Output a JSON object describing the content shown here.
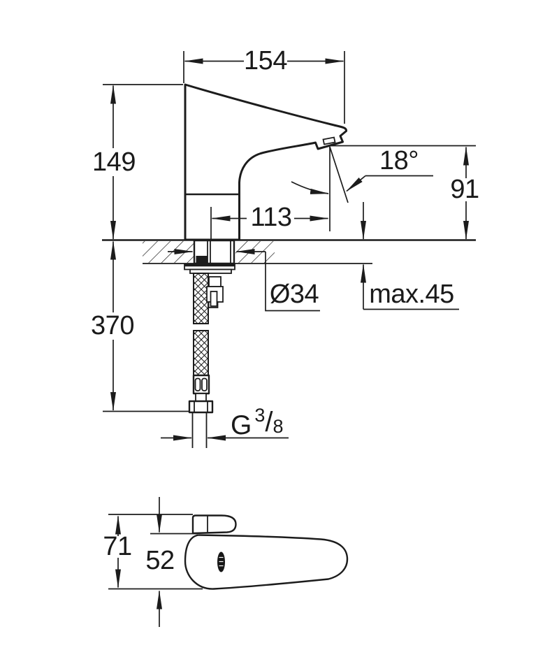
{
  "page": {
    "background": "#ffffff",
    "line_color": "#1c1c1c"
  },
  "side_view": {
    "dim_spout_projection": "154",
    "dim_body_height": "149",
    "dim_supply_length": "370",
    "dim_axis_to_outlet": "113",
    "dim_outlet_angle": "18°",
    "dim_outlet_height": "91",
    "dim_hole_diameter": "Ø34",
    "dim_max_deck_thickness": "max.45",
    "thread": {
      "letter": "G",
      "numerator": "3",
      "slash": "/",
      "denominator": "8"
    }
  },
  "top_view": {
    "dim_overall_depth": "71",
    "dim_body_width": "52"
  }
}
